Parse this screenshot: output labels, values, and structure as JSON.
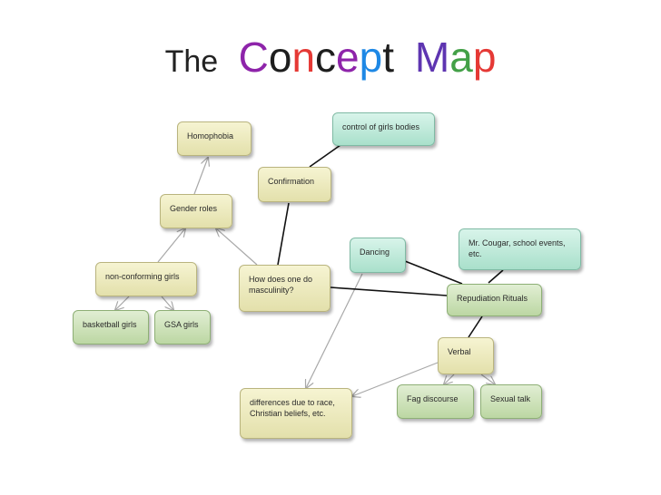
{
  "title": {
    "prefix": "The",
    "word1_letters": [
      {
        "ch": "C",
        "color": "#8e24aa"
      },
      {
        "ch": "o",
        "color": "#1e1e1e"
      },
      {
        "ch": "n",
        "color": "#e53935"
      },
      {
        "ch": "c",
        "color": "#1e1e1e"
      },
      {
        "ch": "e",
        "color": "#8e24aa"
      },
      {
        "ch": "p",
        "color": "#1e88e5"
      },
      {
        "ch": "t",
        "color": "#1e1e1e"
      }
    ],
    "word2_letters": [
      {
        "ch": "M",
        "color": "#5e35b1"
      },
      {
        "ch": "a",
        "color": "#43a047"
      },
      {
        "ch": "p",
        "color": "#e53935"
      }
    ]
  },
  "nodes": {
    "homophobia": "Homophobia",
    "control_girls_bodies": "control of girls bodies",
    "confirmation": "Confirmation",
    "gender_roles": "Gender roles",
    "mr_cougar": "Mr. Cougar, school events, etc.",
    "dancing": "Dancing",
    "non_conforming_girls": "non-conforming girls",
    "how_masculinity": "How does one do masculinity?",
    "repudiation_rituals": "Repudiation Rituals",
    "basketball_girls": "basketball girls",
    "gsa_girls": "GSA girls",
    "verbal": "Verbal",
    "fag_discourse": "Fag discourse",
    "sexual_talk": "Sexual talk",
    "differences": "differences due to race, Christian beliefs, etc."
  },
  "colors": {
    "yellow_node": "#ebe9bd",
    "teal_node": "#bfe9d8",
    "green_node": "#cfe4ba",
    "arrow": "#a8a8a8",
    "link": "#111111"
  }
}
